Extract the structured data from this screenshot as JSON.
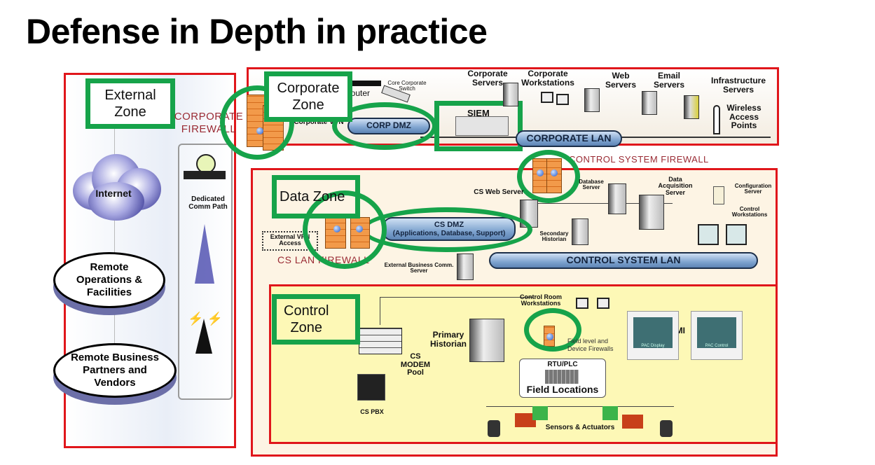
{
  "title": "Defense in Depth in practice",
  "colors": {
    "zone_border": "#e0161b",
    "highlight_green": "#16a34a",
    "corporate_bg": "#f6efe4",
    "data_bg": "#fdf3e3",
    "control_bg": "#fdf8b6",
    "pipe": "#7fa4cf"
  },
  "zones": {
    "external": {
      "label": "External Zone",
      "line1": "External",
      "line2": "Zone"
    },
    "corporate": {
      "label": "Corporate Zone",
      "line1": "Corporate",
      "line2": "Zone"
    },
    "data": {
      "label": "Data Zone"
    },
    "control": {
      "label": "Control Zone",
      "line1": "Control",
      "line2": "Zone"
    }
  },
  "external": {
    "internet": "Internet",
    "dedicated_comm_path": "Dedicated Comm Path",
    "remote_operations": "Remote Operations & Facilities",
    "remote_business": "Remote Business Partners and Vendors",
    "corporate_firewall_line1": "CORPORATE",
    "corporate_firewall_line2": "FIREWALL"
  },
  "corporate": {
    "router": "Router",
    "core_switch": "Core Corporate Switch",
    "corporate_vpn": "Corporate VPN",
    "corp_dmz": "CORP DMZ",
    "siem": "SIEM",
    "corporate_lan": "CORPORATE LAN",
    "corporate_servers": "Corporate Servers",
    "corporate_workstations": "Corporate Workstations",
    "web_servers": "Web Servers",
    "email_servers": "Email Servers",
    "infrastructure_servers": "Infrastructure Servers",
    "wireless_access_points": "Wireless Access Points"
  },
  "data": {
    "control_system_firewall": "CONTROL SYSTEM FIREWALL",
    "cs_web_server": "CS Web Server",
    "database_server": "Database Server",
    "data_acquisition_server": "Data Acquisition Server",
    "configuration_server": "Configuration Server",
    "control_workstations": "Control Workstations",
    "cs_dmz_line1": "CS DMZ",
    "cs_dmz_line2": "(Applications, Database, Support)",
    "secondary_historian": "Secondary Historian",
    "external_vpn_access": "External VPN Access",
    "cs_lan_firewall": "CS LAN FIREWALL",
    "external_business_comm_server": "External Business Comm. Server",
    "control_system_lan": "CONTROL SYSTEM LAN"
  },
  "control": {
    "cs_modem_pool": "CS MODEM Pool",
    "cs_pbx": "CS PBX",
    "primary_historian": "Primary Historian",
    "control_room_workstations": "Control Room Workstations",
    "field_device_firewalls": "Field level and Device Firewalls",
    "hmi": "HMI",
    "hmi_screen1": "PAC Display",
    "hmi_screen2": "PAC Control",
    "rtu_plc": "RTU/PLC",
    "field_locations": "Field Locations",
    "sensors_actuators": "Sensors & Actuators"
  }
}
